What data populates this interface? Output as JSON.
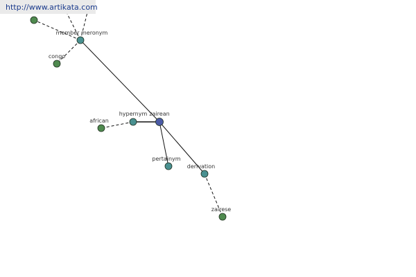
{
  "watermark": {
    "text": "http://www.artikata.com"
  },
  "colors": {
    "center_node": "#4b5aa6",
    "relation_node": "#4a9191",
    "word_node": "#4f8a4f",
    "node_stroke": "#1f2f1f",
    "edge": "#111111"
  },
  "nodes": [
    {
      "id": "zairean",
      "label": "zairean",
      "kind": "center"
    },
    {
      "id": "hypernym",
      "label": "hypernym",
      "kind": "relation"
    },
    {
      "id": "pertainym",
      "label": "pertainym",
      "kind": "relation"
    },
    {
      "id": "derivation",
      "label": "derivation",
      "kind": "relation"
    },
    {
      "id": "member_meronym",
      "label": "member meronym",
      "kind": "relation"
    },
    {
      "id": "african",
      "label": "african",
      "kind": "word"
    },
    {
      "id": "zairese",
      "label": "zairese",
      "kind": "word"
    },
    {
      "id": "congo",
      "label": "congo",
      "kind": "word"
    },
    {
      "id": "top_word",
      "label": "",
      "kind": "word"
    }
  ],
  "edges": [
    {
      "from": "zairean",
      "to": "hypernym",
      "style": "solid"
    },
    {
      "from": "zairean",
      "to": "pertainym",
      "style": "solid"
    },
    {
      "from": "zairean",
      "to": "derivation",
      "style": "solid"
    },
    {
      "from": "zairean",
      "to": "member_meronym",
      "style": "solid"
    },
    {
      "from": "hypernym",
      "to": "african",
      "style": "dashed"
    },
    {
      "from": "derivation",
      "to": "zairese",
      "style": "dashed"
    },
    {
      "from": "member_meronym",
      "to": "congo",
      "style": "dashed"
    },
    {
      "from": "member_meronym",
      "to": "top_word",
      "style": "dashed"
    }
  ]
}
